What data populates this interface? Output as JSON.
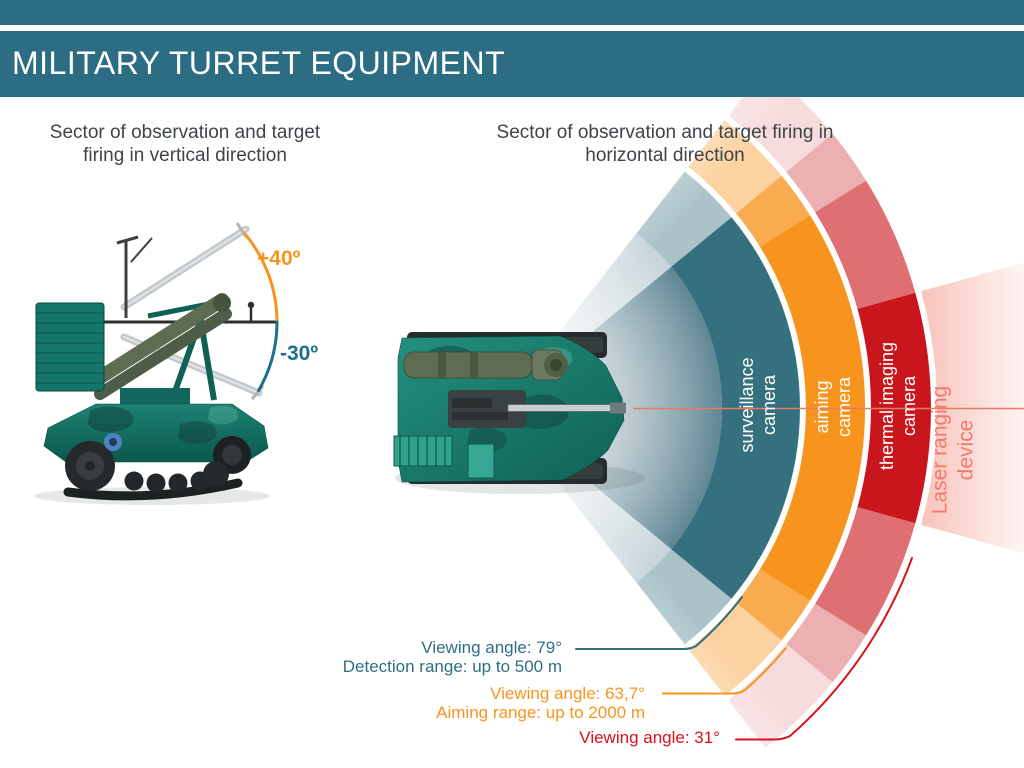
{
  "header": {
    "title": "MILITARY TURRET EQUIPMENT"
  },
  "vertical_section": {
    "title": "Sector of observation and target firing in vertical direction",
    "max_elevation_label": "+40º",
    "min_elevation_label": "-30º"
  },
  "horizontal_section": {
    "title": "Sector of observation and target firing in horizontal direction",
    "sectors": [
      {
        "label": "surveillance camera",
        "color": "#35707F",
        "viewing_angle_label": "Viewing angle: 79°",
        "range_label": "Detection range: up to 500 m"
      },
      {
        "label": "aiming camera",
        "color": "#F7941E",
        "viewing_angle_label": "Viewing angle: 63,7°",
        "range_label": "Aiming range: up to 2000 m"
      },
      {
        "label": "thermal imaging camera",
        "color": "#C9161D",
        "viewing_angle_label": "Viewing angle: 31°"
      },
      {
        "label": "Laser ranging device",
        "color": "#F4796B"
      }
    ]
  }
}
